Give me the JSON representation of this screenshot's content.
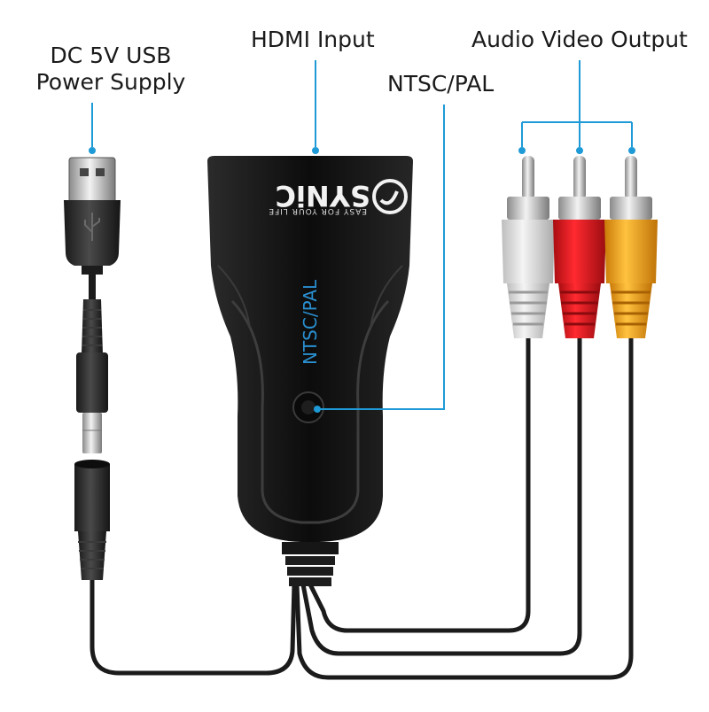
{
  "labels": {
    "dc_power_line1": "DC 5V USB",
    "dc_power_line2": "Power Supply",
    "hdmi_input": "HDMI Input",
    "ntsc_pal": "NTSC/PAL",
    "av_output": "Audio Video Output"
  },
  "device": {
    "brand": "SYNiC",
    "tagline": "EASY FOR YOUR LIFE",
    "switch_label": "NTSC/PAL"
  },
  "colors": {
    "callout_line": "#1e9ad6",
    "device_body": "#141414",
    "switch_text": "#2a8fd0",
    "rca_white": "#e8e8e8",
    "rca_red": "#e8141b",
    "rca_yellow": "#f5a41c"
  }
}
